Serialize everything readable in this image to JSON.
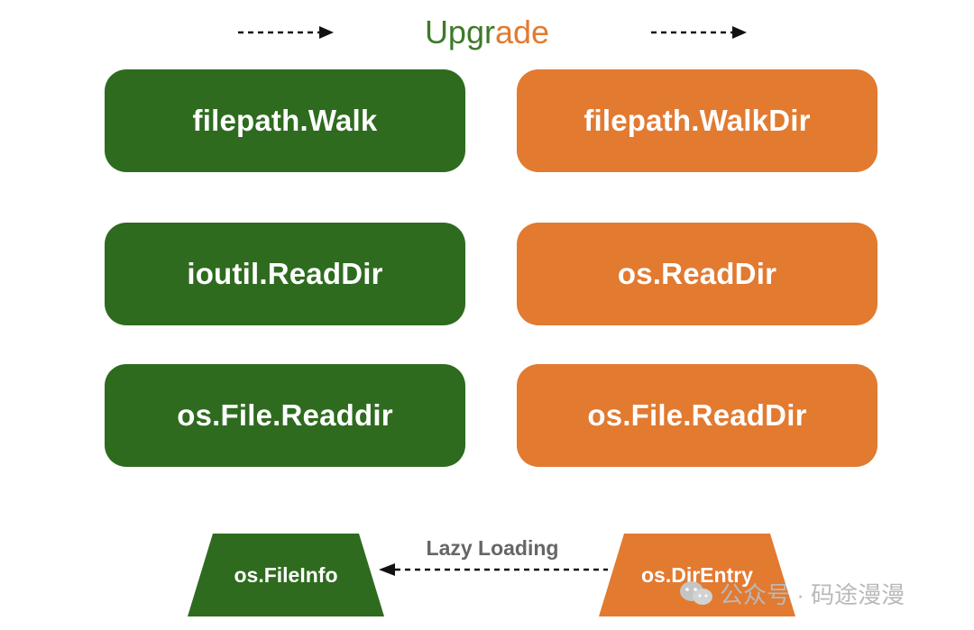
{
  "colors": {
    "green": "#2e6b1f",
    "orange": "#e27a30",
    "title_green": "#3d7a2a",
    "title_orange": "#e27a30",
    "arrow": "#111111",
    "label_gray": "#666666",
    "watermark": "#b9b9b9"
  },
  "header": {
    "title_part1": "Upgr",
    "title_part2": "ade"
  },
  "left_column": [
    {
      "label": "filepath.Walk"
    },
    {
      "label": "ioutil.ReadDir"
    },
    {
      "label": "os.File.Readdir"
    }
  ],
  "right_column": [
    {
      "label": "filepath.WalkDir"
    },
    {
      "label": "os.ReadDir"
    },
    {
      "label": "os.File.ReadDir"
    }
  ],
  "bottom": {
    "left_label": "os.FileInfo",
    "right_label": "os.DirEntry",
    "arrow_label": "Lazy Loading"
  },
  "watermark": {
    "icon": "wechat-icon",
    "text": "公众号 · 码途漫漫"
  }
}
